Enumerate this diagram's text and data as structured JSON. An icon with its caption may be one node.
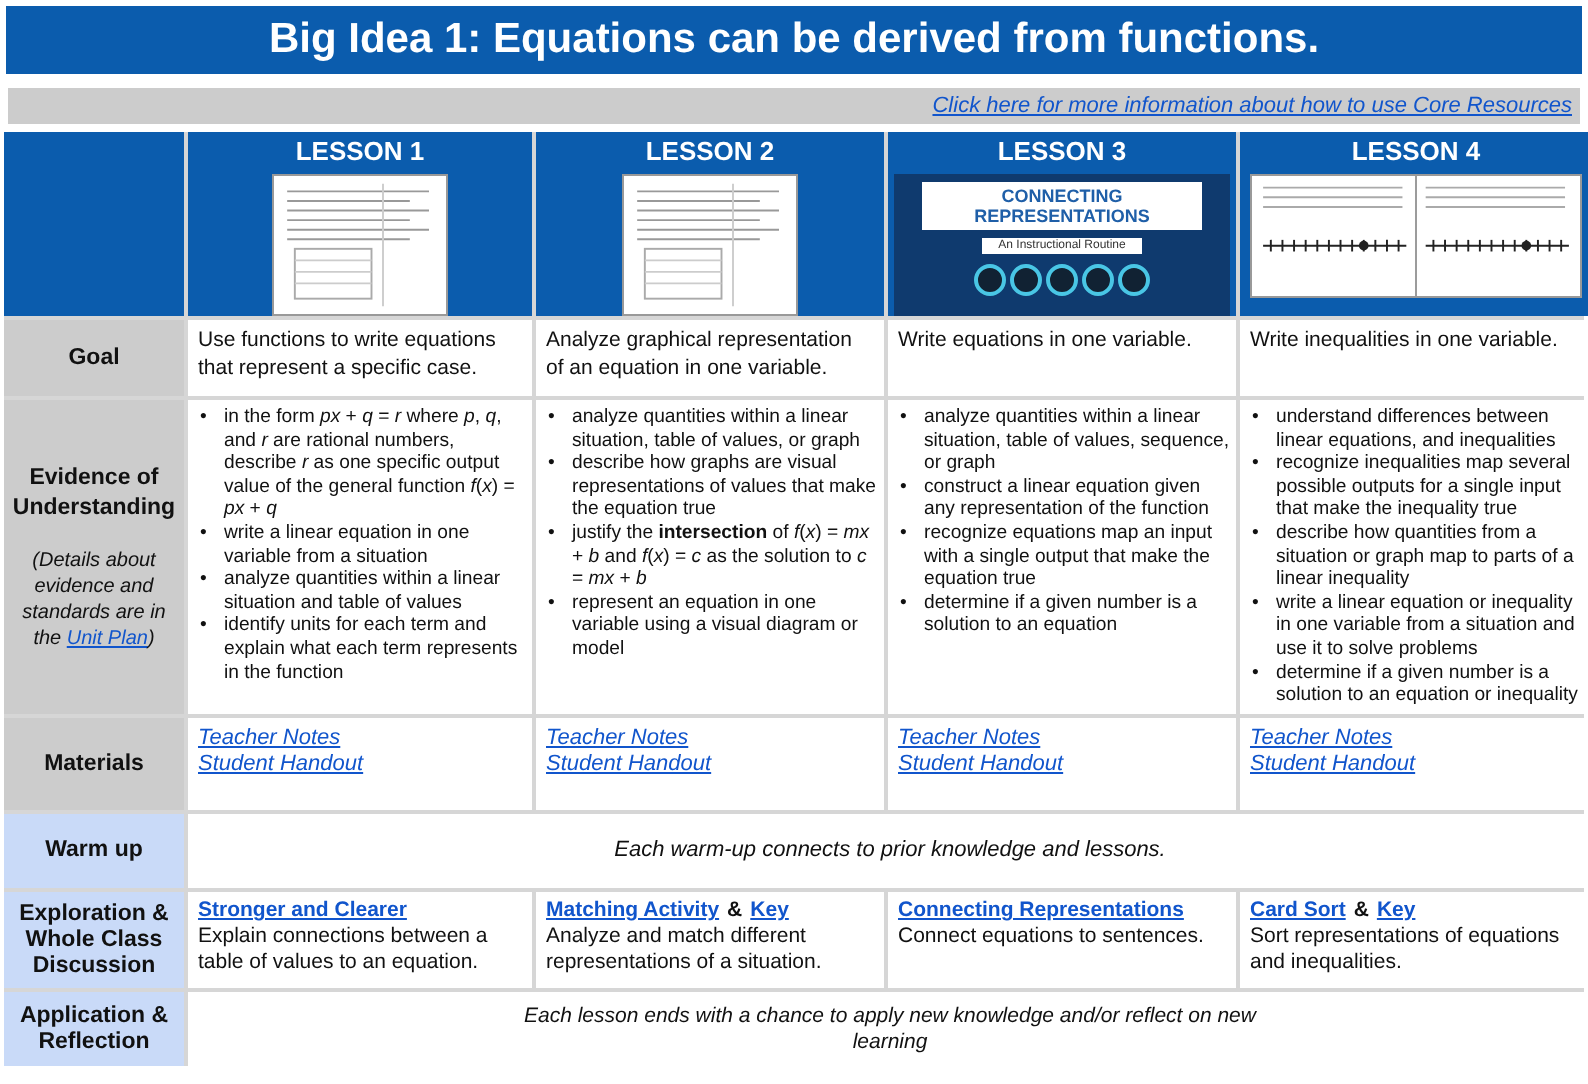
{
  "diagram": {
    "title": "Big Idea 1: Equations can be derived from functions.",
    "labels": [
      "Click here for more information about how to use Core Resources",
      "LESSON 1",
      "LESSON 2",
      "LESSON 3",
      "LESSON 4",
      "CONNECTING REPRESENTATIONS",
      "An Instructional Routine",
      "Goal",
      "Use functions to write equations that represent a specific case.",
      "Analyze graphical representation of an equation in one variable.",
      "Write equations in one variable.",
      "Write inequalities in one variable.",
      "Evidence of Understanding",
      "(Details about evidence and standards are in the",
      "Unit Plan",
      ")",
      "•",
      "in the form *px* + *q* = *r* where *p*, *q*, and *r* are rational numbers, describe *r* as one specific output value of the general function *f*(*x*) = *px* + *q*",
      "•",
      "write a linear equation in one variable from a situation",
      "•",
      "analyze quantities within a linear situation and table of values",
      "•",
      "identify units for each term and explain what each term represents in the function",
      "•",
      "analyze quantities within a linear situation, table of values, or graph",
      "•",
      "describe how graphs are visual representations of values that make the equation true",
      "•",
      "justify the **intersection** of *f*(*x*) = *mx* + *b* and *f*(*x*) = *c* as the solution to *c* = *mx* + *b*",
      "•",
      "represent an equation in one variable using a visual diagram or model",
      "•",
      "analyze quantities within a linear situation, table of values, sequence, or graph",
      "•",
      "construct a linear equation given any representation of the function",
      "•",
      "recognize equations map an input with a single output that make the equation true",
      "•",
      "determine if a given number is a solution to an equation",
      "•",
      "understand differences between linear equations, and inequalities",
      "•",
      "recognize inequalities map several possible outputs for a single input that make the inequality true",
      "•",
      "describe how quantities from a situation or graph map to parts of a linear inequality",
      "•",
      "write a linear equation or inequality in one variable from a situation and use it to solve problems",
      "•",
      "determine if a given number is a solution to an equation or inequality",
      "Materials",
      "Teacher Notes",
      "Student Handout",
      "Teacher Notes",
      "Student Handout",
      "Teacher Notes",
      "Student Handout",
      "Teacher Notes",
      "Student Handout",
      "Warm up",
      "Each warm-up connects to prior knowledge and lessons.",
      "Exploration & Whole Class Discussion",
      "Stronger and Clearer",
      "Explain connections between a table of values to an equation.",
      "Matching Activity",
      "&",
      "Key",
      "Analyze and match different representations of a situation.",
      "Connecting Representations",
      "Connect equations to sentences.",
      "Card Sort",
      "&",
      "Key",
      "Sort representations of equations and inequalities.",
      "Application & Reflection",
      "Each lesson ends with a chance to apply new knowledge and/or reflect on new learning"
    ]
  }
}
